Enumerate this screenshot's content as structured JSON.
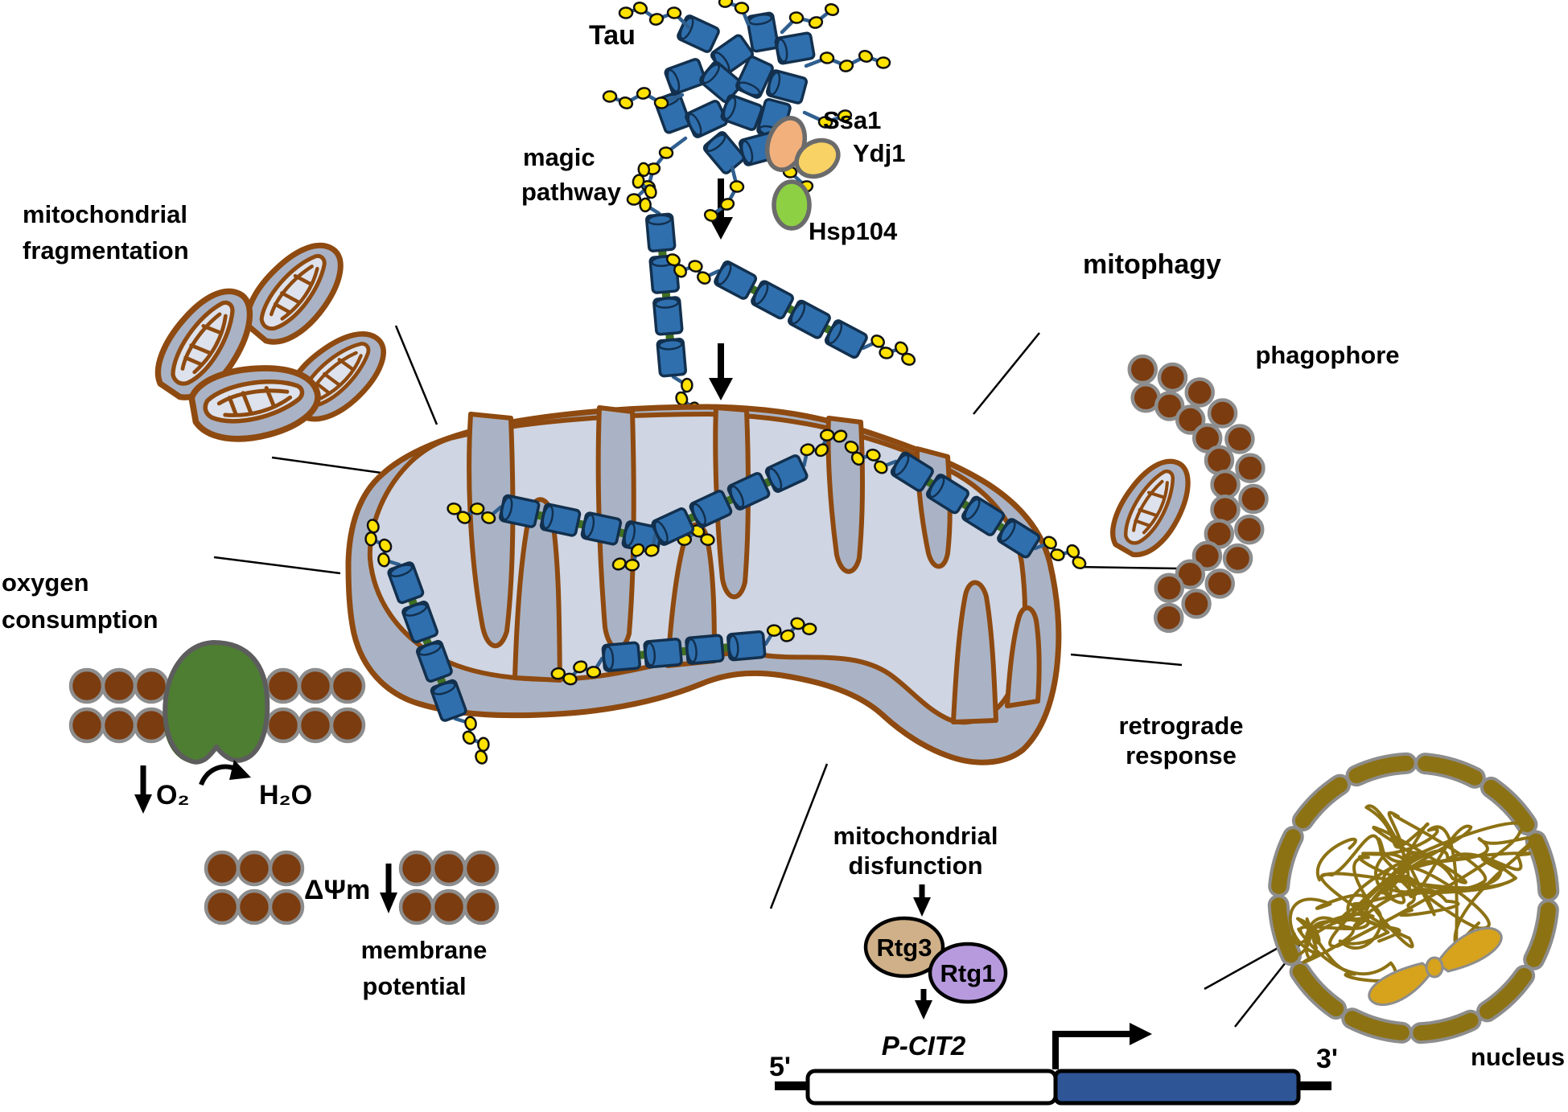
{
  "title": "Tau magic pathway and mitochondrial effects diagram",
  "labels": {
    "tau": "Tau",
    "magic": [
      "magic",
      "pathway"
    ],
    "ssa1": "Ssa1",
    "ydj1": "Ydj1",
    "hsp104": "Hsp104",
    "fragmentation": [
      "mitochondrial",
      "fragmentation"
    ],
    "oxygen": [
      "oxygen",
      "consumption"
    ],
    "o2": "O₂",
    "h2o": "H₂O",
    "dpsi": "ΔΨm",
    "membrane": [
      "membrane",
      "potential"
    ],
    "mitophagy": "mitophagy",
    "phagophore": "phagophore",
    "retrograde": [
      "retrograde",
      "response"
    ],
    "disfunction": [
      "mitochondrial",
      "disfunction"
    ],
    "rtg3": "Rtg3",
    "rtg1": "Rtg1",
    "pcit2": "P-CIT2",
    "five_prime": "5'",
    "three_prime": "3'",
    "nucleus": "nucleus"
  },
  "colors": {
    "ink": "#000000",
    "mito_fill": "#aab3c5",
    "matrix_fill": "#cfd5e2",
    "matrix_light": "#dde2ec",
    "membrane_brown": "#8e4a10",
    "bead_brown": "#7b3c10",
    "bead_rim": "#8d8d8d",
    "tau_blue": "#2f6fae",
    "tau_dark": "#12304e",
    "chain_blue": "#2f5f8f",
    "dot_yellow": "#ffe200",
    "link_green": "#3f7021",
    "ssa1_orange": "#f2b07c",
    "ydj1_yellow": "#f8d264",
    "hsp104_green": "#8ed044",
    "chaperone_rim": "#6b6b6b",
    "oxprot_green": "#4e7e32",
    "oxprot_dark": "#39571f",
    "rtg3_tan": "#cfb088",
    "rtg1_purple": "#b79ade",
    "gene_blue": "#2e5596",
    "nucleus_olive": "#8d7214",
    "nucleus_rim": "#8d8d8d",
    "nucleus_gold": "#d7a31c"
  }
}
